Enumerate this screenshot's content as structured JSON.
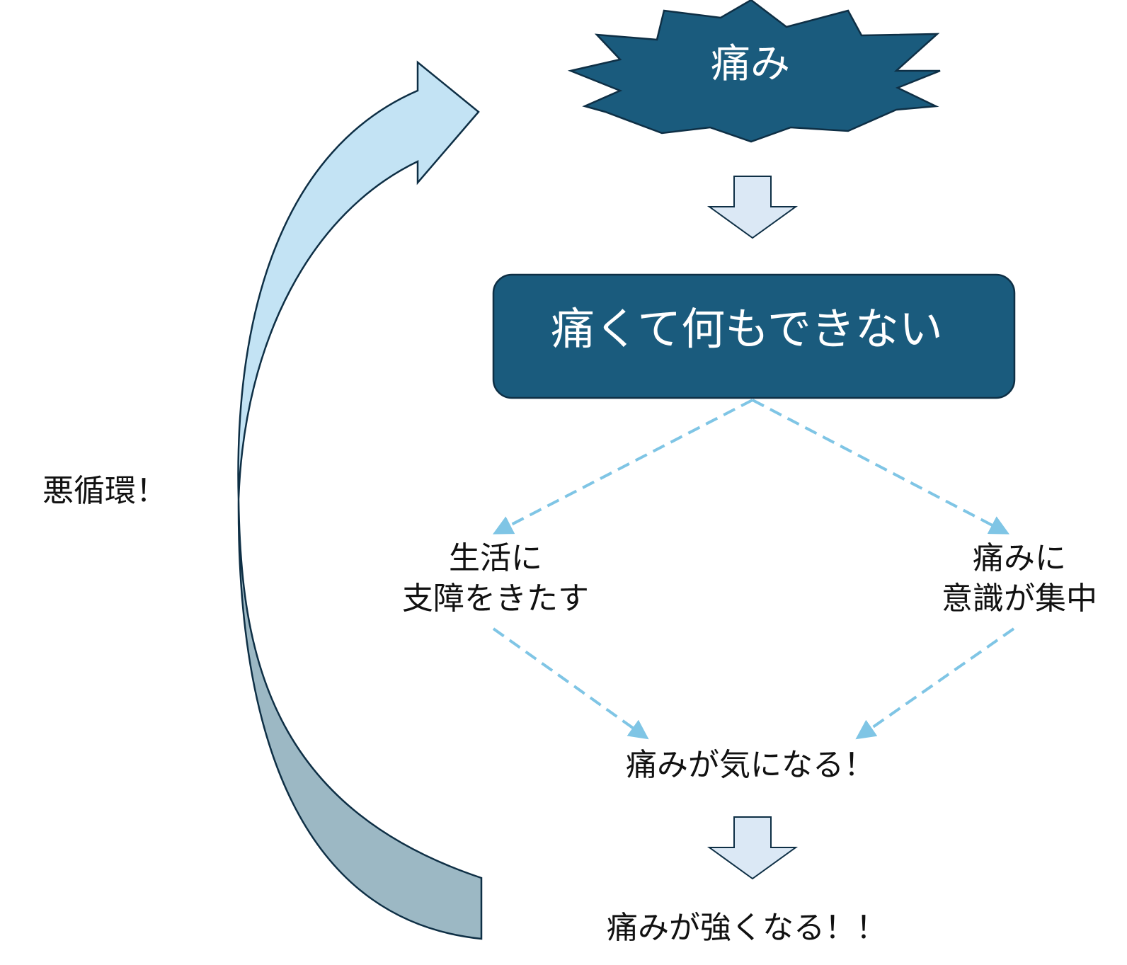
{
  "diagram": {
    "nodes": {
      "pain": "痛み",
      "cannot_do": "痛くて何もできない",
      "life_disrupted": [
        "生活に",
        "支障をきたす"
      ],
      "focus_on_pain": [
        "痛みに",
        "意識が集中"
      ],
      "pain_on_mind": "痛みが気になる！",
      "pain_stronger": "痛みが強くなる！！"
    },
    "cycle_label": "悪循環！",
    "colors": {
      "dark_navy": "#1a5b7d",
      "node_outline": "#0e2f45",
      "arrow_fill": "#dbe8f5",
      "dashed_line": "#7fc5e5",
      "cycle_light": "#c3e3f4",
      "cycle_dark": "#9cb8c4"
    },
    "icons": [
      "down-arrow-icon",
      "curved-cycle-arrow-icon"
    ]
  }
}
